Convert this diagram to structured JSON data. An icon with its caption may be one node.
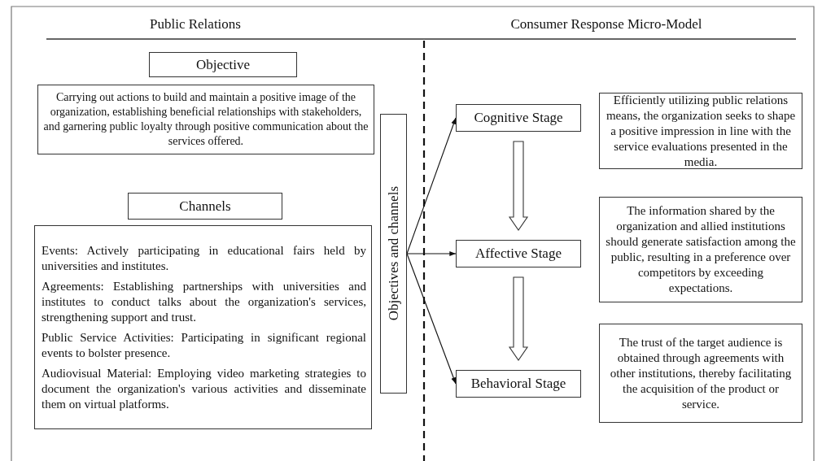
{
  "diagram": {
    "nodes": [
      {
        "text": [
          "Objective"
        ]
      },
      {
        "text": [
          "Carrying out actions to build and maintain a positive image of the organization, establishing beneficial relationships with stakeholders, and garnering public loyalty through positive communication about the services offered."
        ]
      },
      {
        "text": [
          "Channels"
        ]
      },
      {
        "text": [
          "Events: Actively participating in educational fairs held by universities and institutes.",
          "Agreements: Establishing partnerships with universities and institutes to conduct talks about the organization's services, strengthening support and trust.",
          "Public Service Activities: Participating in significant regional events to bolster presence.",
          "Audiovisual Material: Employing video marketing strategies to document the organization's various activities and disseminate them on virtual platforms."
        ]
      },
      {
        "text": [
          "Objectives and channels"
        ]
      },
      {
        "text": [
          "Cognitive Stage"
        ]
      },
      {
        "text": [
          "Affective Stage"
        ]
      },
      {
        "text": [
          "Behavioral Stage"
        ]
      },
      {
        "text": [
          "Efficiently utilizing public relations means, the organization seeks to shape a positive impression in line with the service evaluations presented in the media."
        ]
      },
      {
        "text": [
          "The information shared by the organization and allied institutions should generate satisfaction among the public, resulting in a preference over competitors by exceeding expectations."
        ]
      },
      {
        "text": [
          "The trust of the target audience is obtained through agreements with other institutions, thereby facilitating the acquisition of the product or service."
        ]
      }
    ],
    "edges": [
      {
        "from": 4,
        "to": 5,
        "arrow": "to"
      },
      {
        "from": 4,
        "to": 6,
        "arrow": "to"
      },
      {
        "from": 4,
        "to": 7,
        "arrow": "to"
      },
      {
        "from": 5,
        "to": 6,
        "arrow": "to",
        "style": "thick"
      },
      {
        "from": 6,
        "to": 7,
        "arrow": "to",
        "style": "thick"
      }
    ],
    "labels": [
      "Public Relations",
      "Consumer Response Micro-Model"
    ]
  }
}
